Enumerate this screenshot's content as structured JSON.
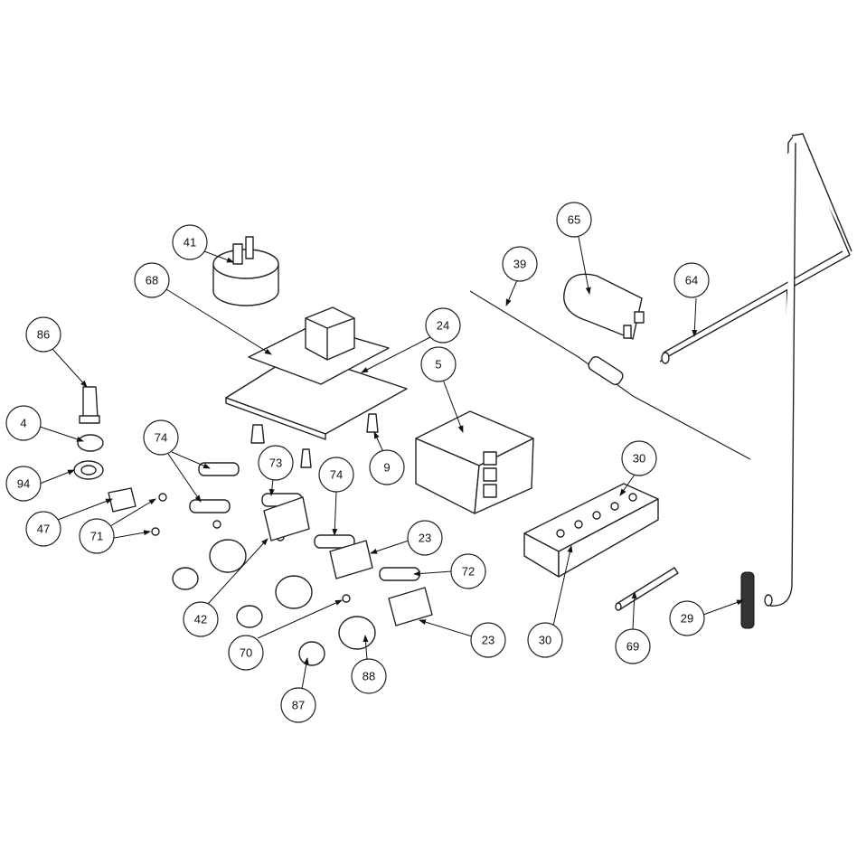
{
  "diagram": {
    "type": "exploded-parts-diagram",
    "callouts": {
      "c41": "41",
      "c68": "68",
      "c86": "86",
      "c4": "4",
      "c94": "94",
      "c47": "47",
      "c71": "71",
      "c74a": "74",
      "c73": "73",
      "c74b": "74",
      "c9": "9",
      "c24": "24",
      "c5": "5",
      "c39": "39",
      "c65": "65",
      "c64": "64",
      "c30a": "30",
      "c23a": "23",
      "c72": "72",
      "c42": "42",
      "c70": "70",
      "c23b": "23",
      "c88": "88",
      "c87": "87",
      "c30b": "30",
      "c69": "69",
      "c29": "29"
    }
  }
}
